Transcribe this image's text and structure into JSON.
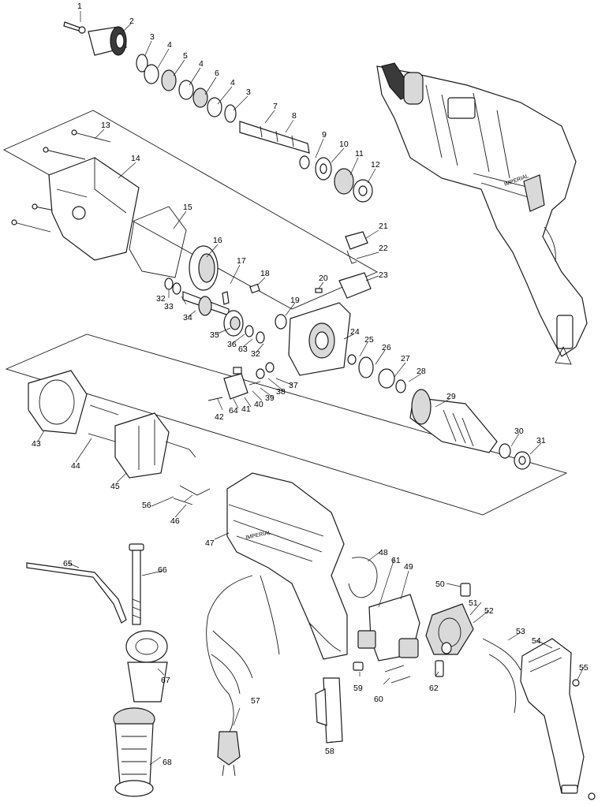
{
  "callouts": {
    "c1": "1",
    "c2": "2",
    "c3a": "3",
    "c3b": "3",
    "c4a": "4",
    "c4b": "4",
    "c4c": "4",
    "c5": "5",
    "c6": "6",
    "c7": "7",
    "c8": "8",
    "c9": "9",
    "c10": "10",
    "c11": "11",
    "c12": "12",
    "c13": "13",
    "c14": "14",
    "c15": "15",
    "c16": "16",
    "c17": "17",
    "c18": "18",
    "c19": "19",
    "c20": "20",
    "c21": "21",
    "c22": "22",
    "c23": "23",
    "c24": "24",
    "c25": "25",
    "c26": "26",
    "c27": "27",
    "c28": "28",
    "c29": "29",
    "c30": "30",
    "c31": "31",
    "c32a": "32",
    "c32b": "32",
    "c33": "33",
    "c34": "34",
    "c35": "35",
    "c36": "36",
    "c37": "37",
    "c38": "38",
    "c39": "39",
    "c40": "40",
    "c41": "41",
    "c42": "42",
    "c43": "43",
    "c44": "44",
    "c45": "45",
    "c46": "46",
    "c47": "47",
    "c48": "48",
    "c49": "49",
    "c50": "50",
    "c51": "51",
    "c52": "52",
    "c53": "53",
    "c54": "54",
    "c55": "55",
    "c56": "56",
    "c57": "57",
    "c58": "58",
    "c59": "59",
    "c60": "60",
    "c61": "61",
    "c62": "62",
    "c63": "63",
    "c64": "64",
    "c65": "65",
    "c66": "66",
    "c67": "67",
    "c68": "68"
  }
}
